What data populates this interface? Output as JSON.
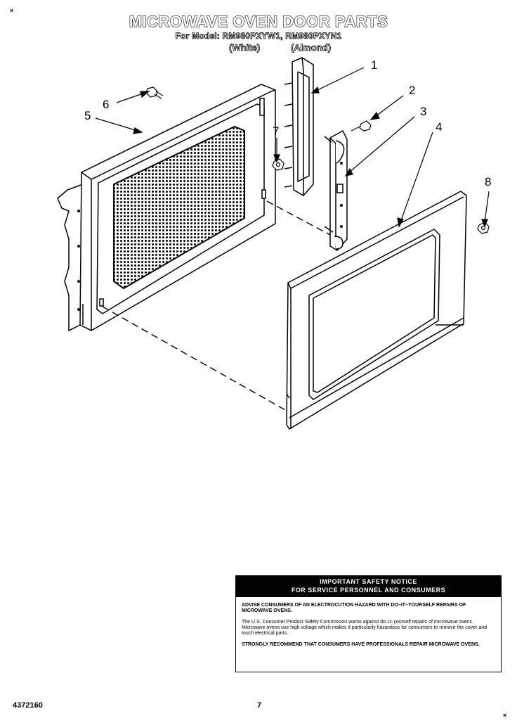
{
  "header": {
    "title": "MICROWAVE OVEN DOOR PARTS",
    "model_line": "For Model: RM980PXYW1, RM980PXYN1",
    "color_white": "(White)",
    "color_almond": "(Almond)"
  },
  "corner_marks": [
    "×",
    "×"
  ],
  "callouts": [
    "1",
    "2",
    "3",
    "4",
    "5",
    "6",
    "7",
    "8"
  ],
  "warning": {
    "heading_line1": "IMPORTANT SAFETY NOTICE",
    "heading_line2": "FOR SERVICE PERSONNEL AND CONSUMERS",
    "para1": "ADVISE CONSUMERS OF AN ELECTROCUTION HAZARD WITH DO–IT–YOURSELF REPAIRS OF MICROWAVE OVENS.",
    "para2": "The U.S. Consumer Product Safety Commission warns against do–it–yourself repairs of microwave ovens. Microwave ovens use high voltage which makes it particularly hazardous for consumers to remove the cover and touch electrical parts.",
    "para3": "STRONGLY RECOMMEND THAT CONSUMERS HAVE PROFESSIONALS REPAIR MICROWAVE OVENS."
  },
  "footer": {
    "doc_number": "4372160",
    "page_number": "7"
  }
}
